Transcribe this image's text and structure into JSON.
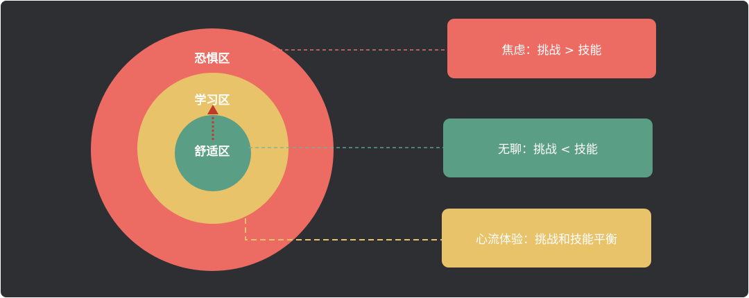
{
  "colors": {
    "background": "#2e2f33",
    "fear": "#ec6c63",
    "learning": "#e8c36a",
    "comfort": "#5a9e85",
    "arrow": "#c0392b"
  },
  "zones": {
    "fear": "恐惧区",
    "learning": "学习区",
    "comfort": "舒适区"
  },
  "cards": {
    "anxiety": "焦虑：挑战 > 技能",
    "boredom": "无聊：挑战 < 技能",
    "flow": "心流体验：挑战和技能平衡"
  }
}
